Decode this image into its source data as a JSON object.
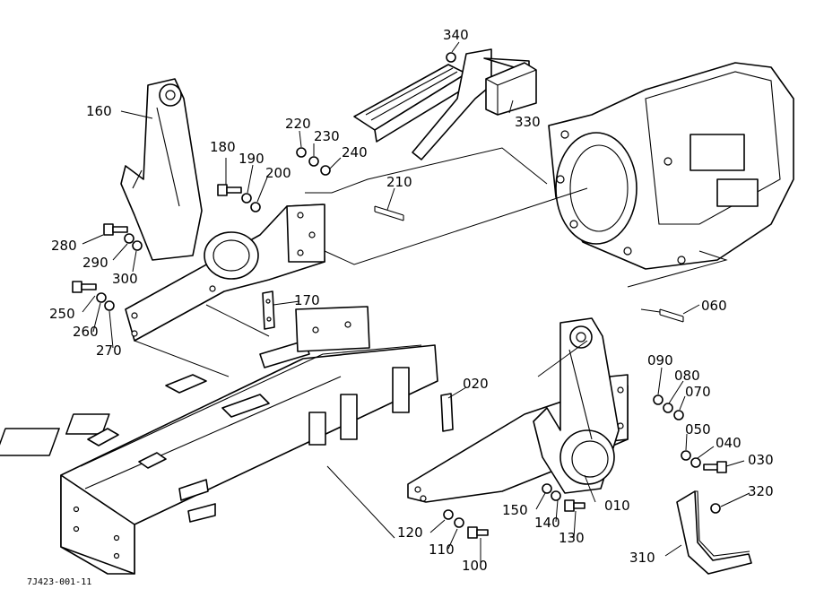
{
  "diagram": {
    "document_code": "7J423-001-11",
    "part_labels": [
      "340",
      "160",
      "220",
      "230",
      "240",
      "180",
      "190",
      "200",
      "330",
      "210",
      "280",
      "290",
      "300",
      "250",
      "260",
      "270",
      "170",
      "060",
      "090",
      "080",
      "070",
      "020",
      "050",
      "040",
      "030",
      "320",
      "150",
      "140",
      "130",
      "010",
      "120",
      "110",
      "100",
      "310"
    ]
  }
}
